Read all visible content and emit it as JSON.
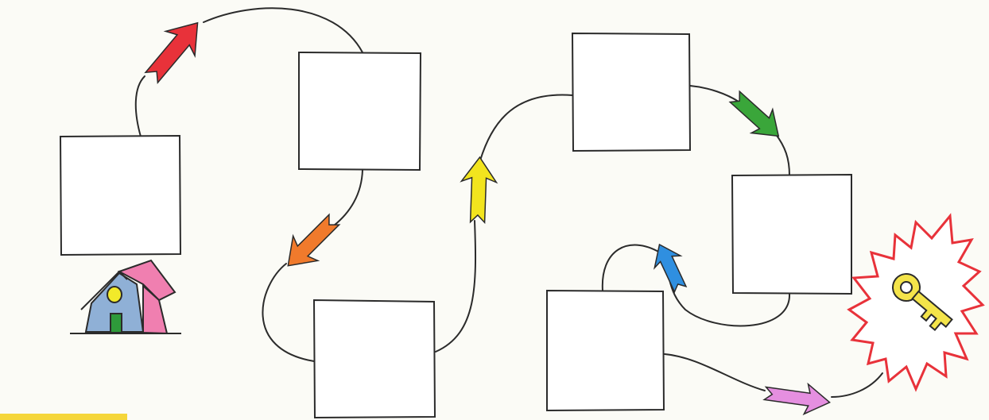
{
  "diagram": {
    "type": "path-puzzle",
    "colors": {
      "paper": "#fbfbf6",
      "ink": "#2b2b2b",
      "box_fill": "#ffffff",
      "arrow_red": "#e8323a",
      "arrow_orange": "#f07a2c",
      "arrow_yellow": "#f2e41e",
      "arrow_green": "#3aa63a",
      "arrow_blue": "#2f8fe0",
      "arrow_pink": "#e58fe0",
      "house_wall": "#8fb0d6",
      "house_roof": "#f07fb0",
      "house_door": "#2e9a3a",
      "house_window": "#f2ea2a",
      "key": "#f4e44a",
      "burst": "#e8323a",
      "bottom_edge": "#f5d63a"
    },
    "boxes": [
      "box-1",
      "box-2",
      "box-3",
      "box-4",
      "box-5",
      "box-6",
      "box-7"
    ],
    "arrows": [
      "red",
      "orange",
      "yellow",
      "green",
      "blue",
      "pink"
    ],
    "start_icon": "house-icon",
    "goal_icon": "key-icon"
  }
}
